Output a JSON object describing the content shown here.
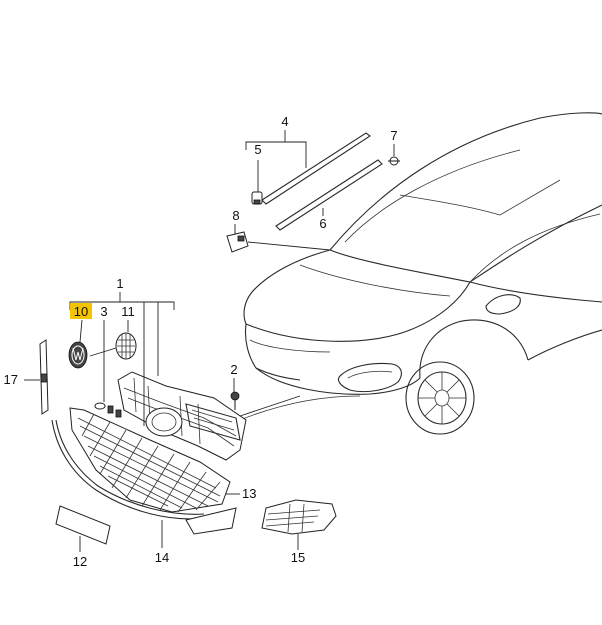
{
  "highlight_color": "#f5c400",
  "parts": {
    "p1": "1",
    "p2": "2",
    "p3": "3",
    "p4": "4",
    "p5": "5",
    "p6": "6",
    "p7": "7",
    "p8": "8",
    "p10": "10",
    "p11": "11",
    "p12": "12",
    "p13": "13",
    "p14": "14",
    "p15": "15",
    "p17": "17"
  },
  "highlighted_part": "10"
}
